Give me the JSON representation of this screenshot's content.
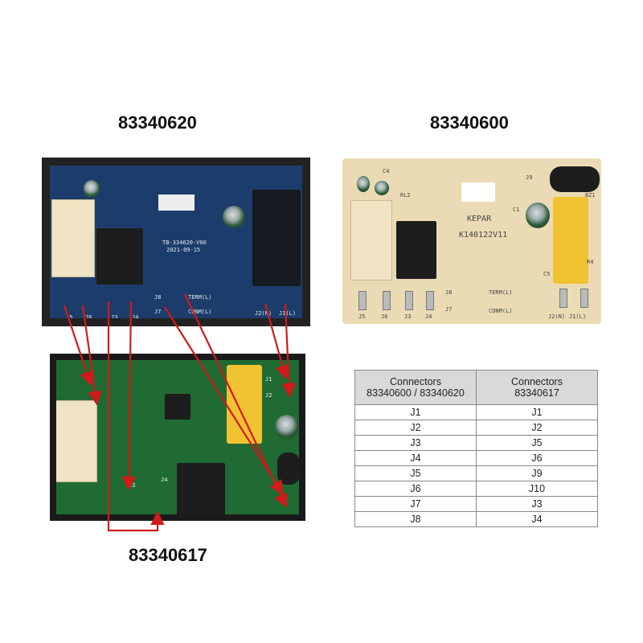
{
  "titles": {
    "top_left": "83340620",
    "top_right": "83340600",
    "bottom_left": "83340617"
  },
  "board_620": {
    "model": "TB-334620-V00",
    "date": "2021-09-15",
    "labels": [
      "J5",
      "J6",
      "J3",
      "J4",
      "J8",
      "J7",
      "TERM(L)",
      "CONM(L)",
      "J2(N)",
      "J1(L)"
    ]
  },
  "board_600": {
    "brand": "KEPAR",
    "model": "K140122V11",
    "labels": [
      "C4",
      "RL2",
      "J9",
      "BZ1",
      "C1",
      "R4",
      "C5",
      "J8",
      "TERM(L)",
      "J7",
      "CONM(L)",
      "J5",
      "J6",
      "J3",
      "J4",
      "J2(N)",
      "J1(L)"
    ]
  },
  "board_617": {
    "labels": [
      "J1",
      "J2",
      "J3",
      "J4"
    ]
  },
  "table": {
    "headers": [
      [
        "Connectors",
        "83340600 / 83340620"
      ],
      [
        "Connectors",
        "83340617"
      ]
    ],
    "rows": [
      [
        "J1",
        "J1"
      ],
      [
        "J2",
        "J2"
      ],
      [
        "J3",
        "J5"
      ],
      [
        "J4",
        "J6"
      ],
      [
        "J5",
        "J9"
      ],
      [
        "J6",
        "J10"
      ],
      [
        "J7",
        "J3"
      ],
      [
        "J8",
        "J4"
      ]
    ]
  },
  "colors": {
    "arrow": "#d11a1a",
    "pcb_blue": "#1c3d6b",
    "pcb_cream": "#eadbb4",
    "pcb_green": "#1f6b33"
  }
}
